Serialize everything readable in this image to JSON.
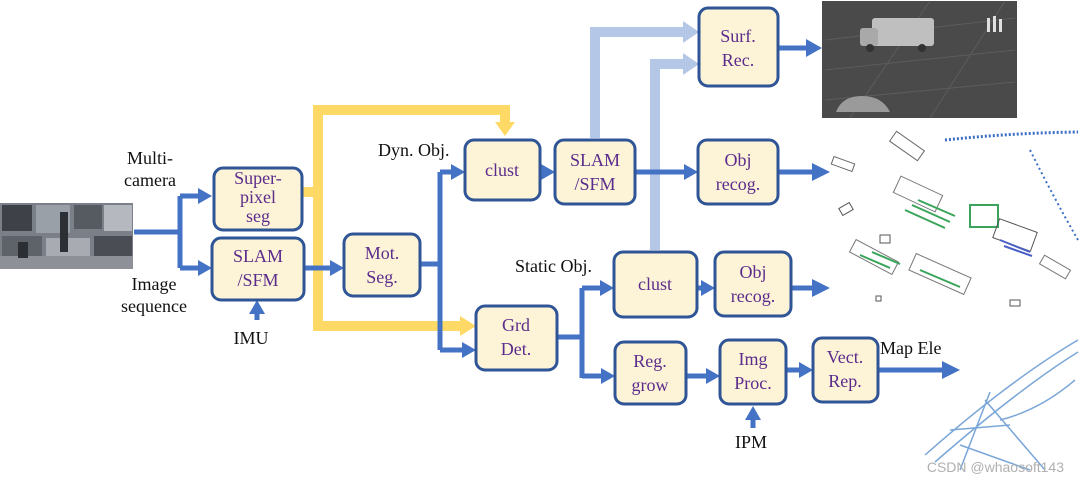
{
  "labels": {
    "multi": "Multi-",
    "camera": "camera",
    "image": "Image",
    "sequence": "sequence",
    "imu": "IMU",
    "dyn_obj": "Dyn. Obj.",
    "static_obj": "Static Obj.",
    "ipm": "IPM",
    "map_ele": "Map Ele"
  },
  "nodes": {
    "superpixel": [
      "Super-",
      "pixel",
      "seg"
    ],
    "slam1": [
      "SLAM",
      "/SFM"
    ],
    "motseg": [
      "Mot.",
      "Seg."
    ],
    "clust_dyn": [
      "clust"
    ],
    "slam2": [
      "SLAM",
      "/SFM"
    ],
    "surf": [
      "Surf.",
      "Rec."
    ],
    "objrec1": [
      "Obj",
      "recog."
    ],
    "clust_static": [
      "clust"
    ],
    "objrec2": [
      "Obj",
      "recog."
    ],
    "grd": [
      "Grd",
      "Det."
    ],
    "reggrow": [
      "Reg.",
      "grow"
    ],
    "imgproc": [
      "Img",
      "Proc."
    ],
    "vect": [
      "Vect.",
      "Rep."
    ]
  },
  "watermark": "CSDN @whaosoft143",
  "colors": {
    "box_fill": "#fdf3d7",
    "box_stroke": "#2f5597",
    "box_text": "#5b2c8c",
    "arrow_blue": "#4472c4",
    "arrow_lightblue": "#b4c7e7",
    "arrow_gold": "#ffd966"
  }
}
